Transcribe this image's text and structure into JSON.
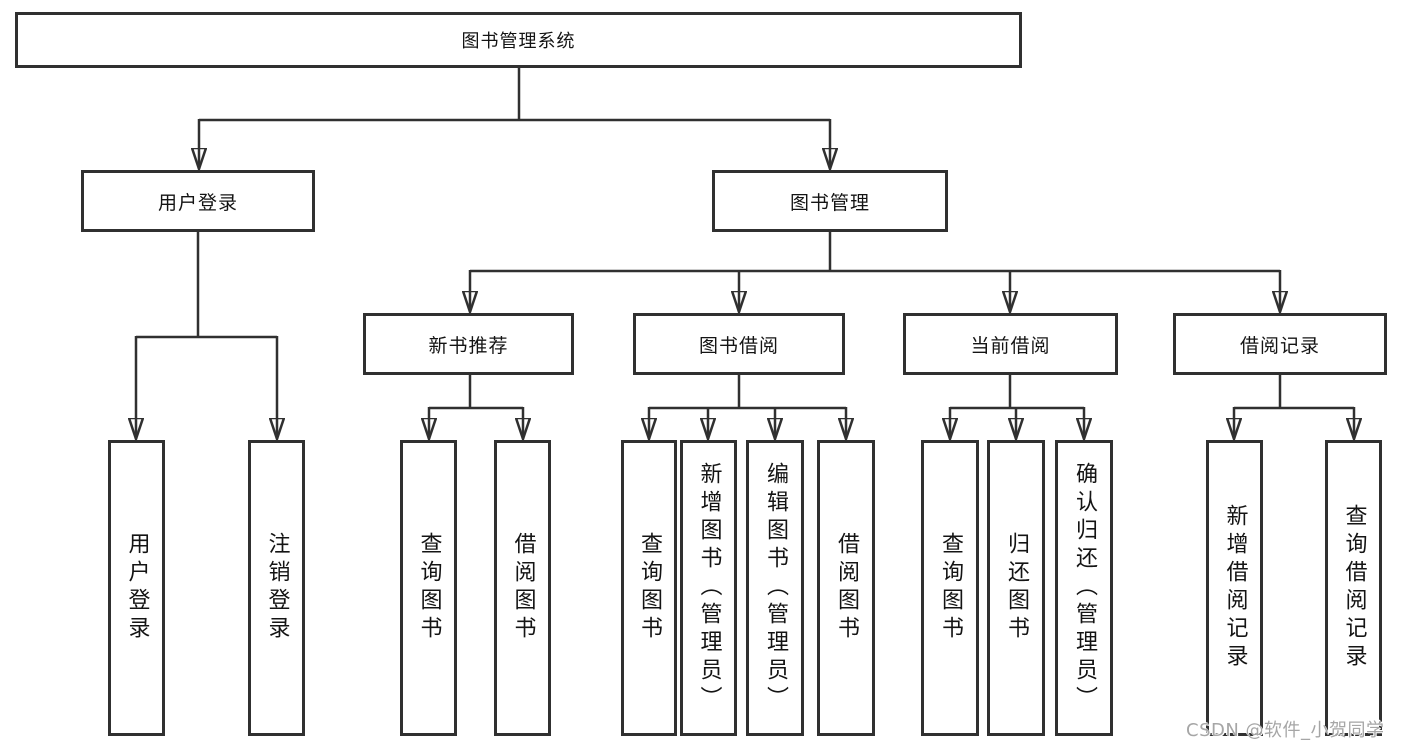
{
  "diagram": {
    "type": "hierarchy",
    "colors": {
      "line": "#303030",
      "box_border": "#303030",
      "text": "#141414",
      "background": "#ffffff",
      "watermark_text_color": "#a6a6a6"
    },
    "watermark": "CSDN @软件_小贺同学",
    "tree": {
      "label": "图书管理系统",
      "children": [
        {
          "label": "用户登录",
          "children": [
            {
              "label": "用户登录"
            },
            {
              "label": "注销登录"
            }
          ]
        },
        {
          "label": "图书管理",
          "children": [
            {
              "label": "新书推荐",
              "children": [
                {
                  "label": "查询图书"
                },
                {
                  "label": "借阅图书"
                }
              ]
            },
            {
              "label": "图书借阅",
              "children": [
                {
                  "label": "查询图书"
                },
                {
                  "label": "新增图书（管理员）"
                },
                {
                  "label": "编辑图书（管理员）"
                },
                {
                  "label": "借阅图书"
                }
              ]
            },
            {
              "label": "当前借阅",
              "children": [
                {
                  "label": "查询图书"
                },
                {
                  "label": "归还图书"
                },
                {
                  "label": "确认归还（管理员）"
                }
              ]
            },
            {
              "label": "借阅记录",
              "children": [
                {
                  "label": "新增借阅记录"
                },
                {
                  "label": "查询借阅记录"
                }
              ]
            }
          ]
        }
      ]
    }
  }
}
